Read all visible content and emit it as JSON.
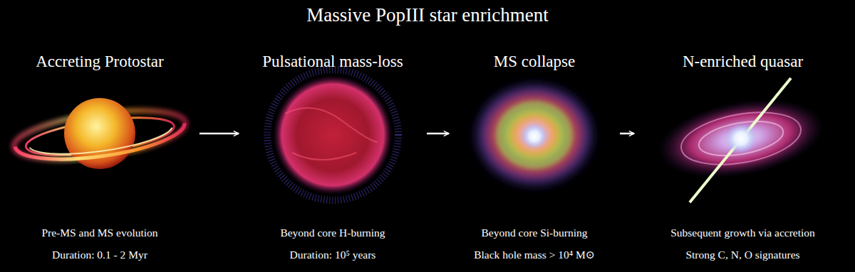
{
  "diagram": {
    "title": "Massive PopIII star enrichment",
    "nodes": [
      {
        "text": [
          "Accreting Protostar",
          "Pre-MS and MS evolution",
          "Duration: 0.1 - 2 Myr"
        ]
      },
      {
        "text": [
          "Pulsational mass-loss",
          "Beyond core H-burning",
          "Duration: 10⁵ years"
        ]
      },
      {
        "text": [
          "MS collapse",
          "Beyond core Si-burning",
          "Black hole mass > 10⁴ M⊙"
        ]
      },
      {
        "text": [
          "N-enriched quasar",
          "Subsequent growth via accretion",
          "Strong C, N, O signatures"
        ]
      }
    ],
    "edges": [
      {
        "from": 0,
        "to": 1,
        "arrow": "to"
      },
      {
        "from": 1,
        "to": 2,
        "arrow": "to"
      },
      {
        "from": 2,
        "to": 3,
        "arrow": "to"
      }
    ]
  }
}
